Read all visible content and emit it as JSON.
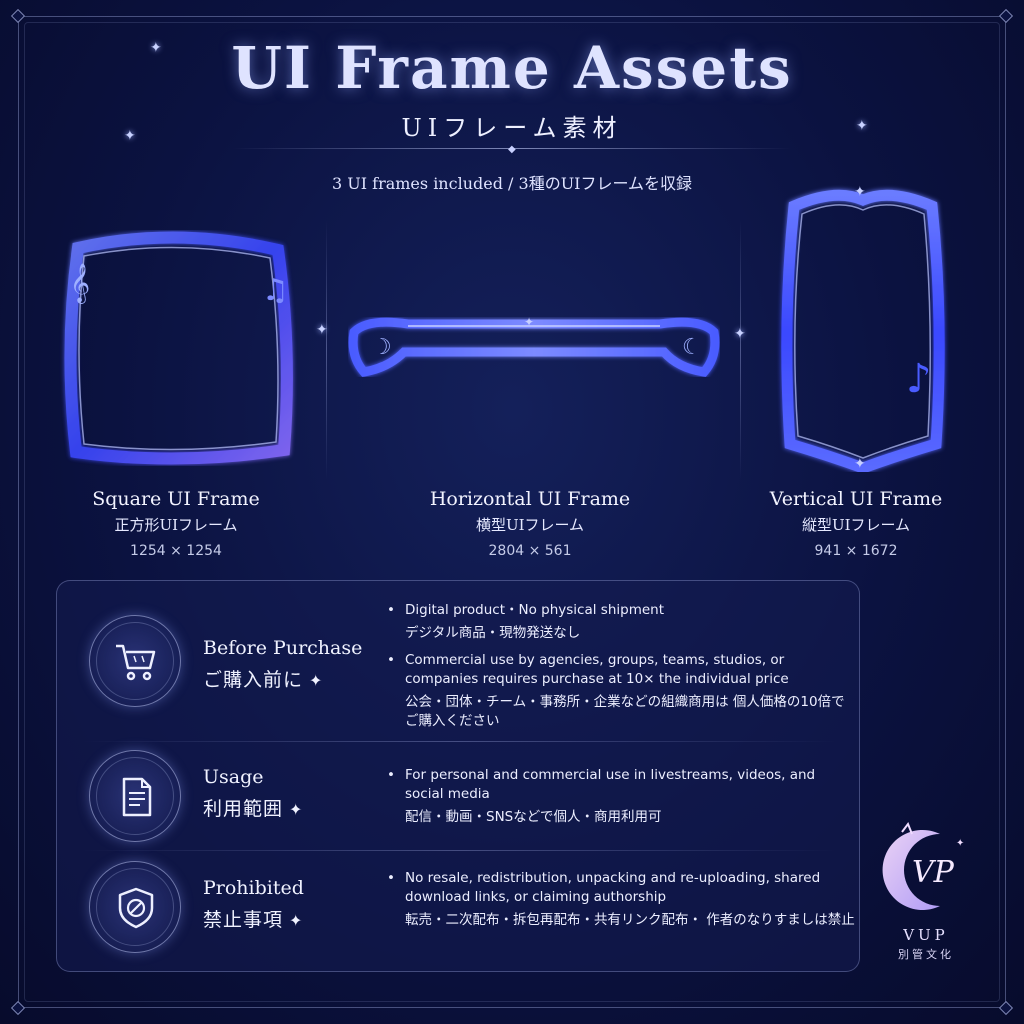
{
  "header": {
    "title": "UI Frame Assets",
    "subtitle": "UIフレーム素材",
    "tagline": "3 UI frames included / 3種のUIフレームを収録"
  },
  "frames": [
    {
      "name": "Square UI Frame",
      "jp": "正方形UIフレーム",
      "size": "1254 × 1254"
    },
    {
      "name": "Horizontal UI Frame",
      "jp": "横型UIフレーム",
      "size": "2804 × 561"
    },
    {
      "name": "Vertical UI Frame",
      "jp": "縦型UIフレーム",
      "size": "941 × 1672"
    }
  ],
  "info": {
    "before_purchase": {
      "icon": "shopping-cart-icon",
      "title_en": "Before Purchase",
      "title_jp": "ご購入前に",
      "bullets": [
        {
          "en": "Digital product・No physical shipment",
          "jp": "デジタル商品・現物発送なし"
        },
        {
          "en": "Commercial use by agencies, groups, teams, studios, or companies requires purchase at 10× the individual price",
          "jp": "公会・団体・チーム・事務所・企業などの組織商用は 個人価格の10倍でご購入ください"
        }
      ]
    },
    "usage": {
      "icon": "document-icon",
      "title_en": "Usage",
      "title_jp": "利用範囲",
      "bullets": [
        {
          "en": "For personal and commercial use in livestreams, videos, and social media",
          "jp": "配信・動画・SNSなどで個人・商用利用可"
        }
      ]
    },
    "prohibited": {
      "icon": "shield-prohibited-icon",
      "title_en": "Prohibited",
      "title_jp": "禁止事項",
      "bullets": [
        {
          "en": "No resale, redistribution, unpacking and re-uploading, shared download links, or claiming authorship",
          "jp": "転売・二次配布・拆包再配布・共有リンク配布・ 作者のなりすましは禁止"
        }
      ]
    }
  },
  "logo": {
    "brand": "VUP",
    "sub": "別管文化",
    "mark": "VP"
  },
  "colors": {
    "background": "#0b1240",
    "accent": "#4a5cff",
    "glow": "#9fb0ff",
    "text": "#e6e9ff"
  },
  "decor": {
    "sparkle": "✦",
    "star": "✦",
    "gem": "◆"
  }
}
